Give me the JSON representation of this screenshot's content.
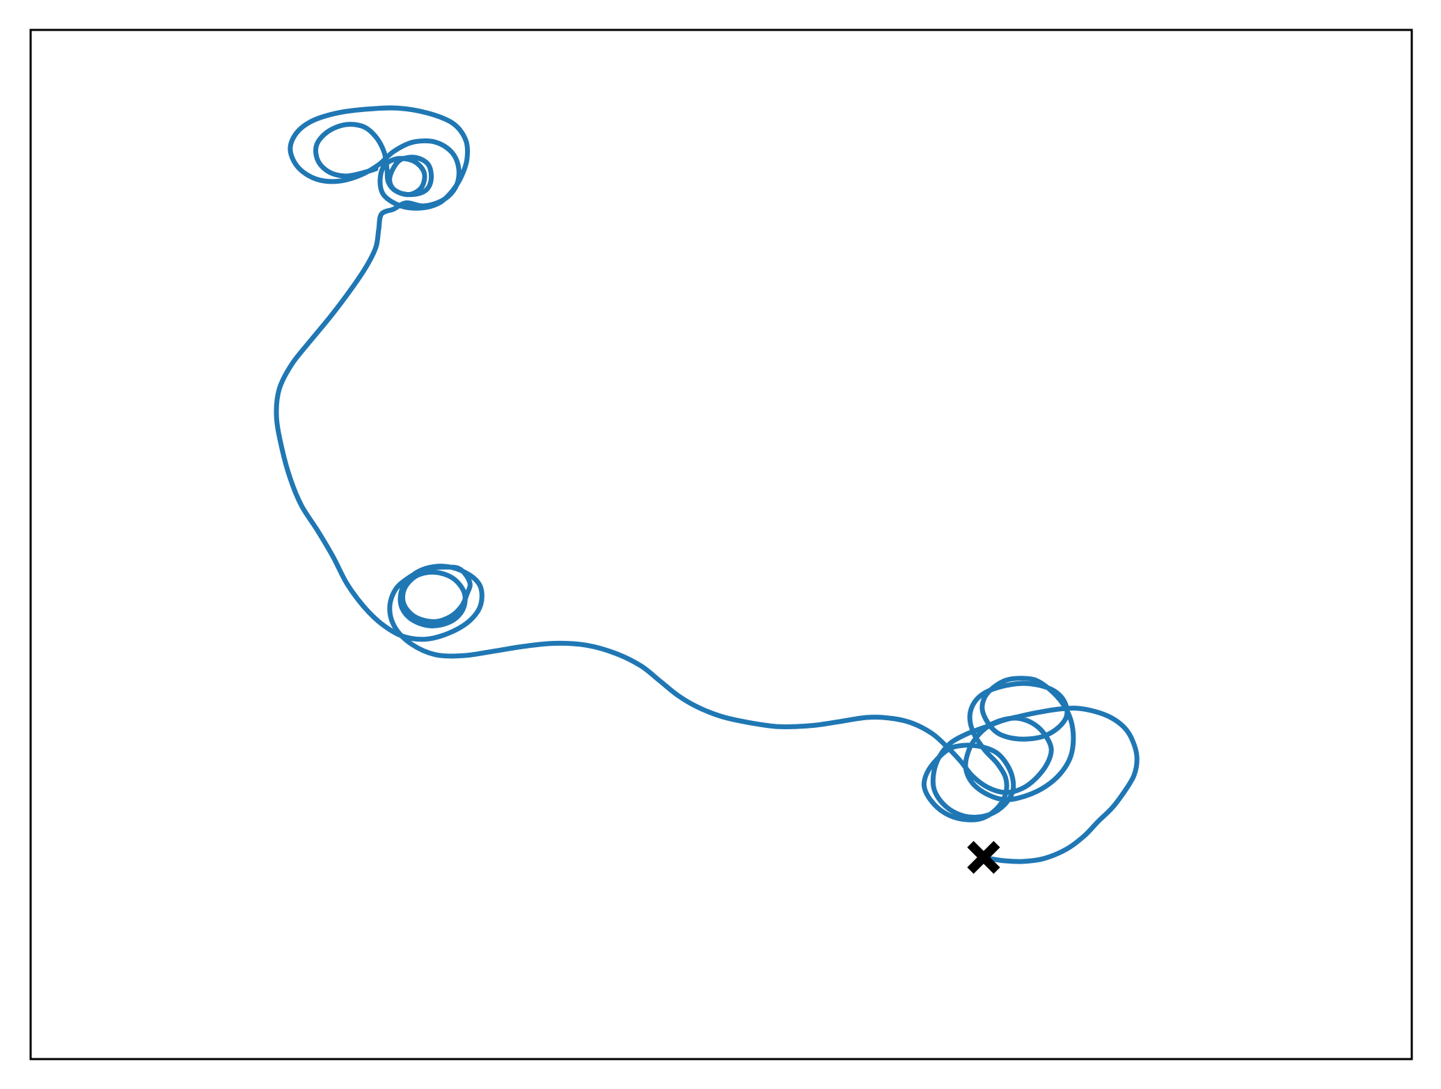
{
  "chart_data": {
    "type": "line",
    "title": "",
    "xlabel": "",
    "ylabel": "",
    "grid": false,
    "axes_ticks": false,
    "xlim": [
      0,
      100
    ],
    "ylim": [
      0,
      100
    ],
    "series": [
      {
        "color": "#1f77b4",
        "points": [
          [
            25.0,
            86.5
          ],
          [
            24.0,
            86.1
          ],
          [
            22.8,
            85.8
          ],
          [
            21.6,
            86.2
          ],
          [
            20.8,
            87.3
          ],
          [
            20.7,
            88.8
          ],
          [
            21.5,
            90.1
          ],
          [
            22.8,
            90.8
          ],
          [
            24.1,
            90.6
          ],
          [
            25.0,
            89.6
          ],
          [
            25.6,
            88.1
          ],
          [
            25.8,
            86.5
          ],
          [
            25.9,
            85.2
          ],
          [
            26.5,
            84.3
          ],
          [
            27.6,
            84.0
          ],
          [
            28.6,
            84.4
          ],
          [
            29.0,
            85.5
          ],
          [
            28.8,
            86.9
          ],
          [
            27.9,
            87.6
          ],
          [
            26.8,
            87.4
          ],
          [
            26.2,
            86.4
          ],
          [
            26.0,
            85.3
          ],
          [
            26.4,
            84.4
          ],
          [
            27.4,
            84.0
          ],
          [
            28.3,
            84.7
          ],
          [
            28.5,
            86.1
          ],
          [
            27.8,
            87.2
          ],
          [
            26.6,
            87.5
          ],
          [
            25.6,
            86.8
          ],
          [
            25.3,
            85.3
          ],
          [
            25.6,
            83.9
          ],
          [
            26.8,
            82.9
          ],
          [
            28.3,
            82.7
          ],
          [
            29.6,
            83.2
          ],
          [
            30.5,
            84.3
          ],
          [
            31.2,
            85.8
          ],
          [
            31.6,
            87.5
          ],
          [
            31.5,
            89.3
          ],
          [
            30.6,
            90.9
          ],
          [
            28.8,
            91.9
          ],
          [
            26.6,
            92.4
          ],
          [
            24.3,
            92.3
          ],
          [
            22.1,
            91.9
          ],
          [
            20.3,
            91.1
          ],
          [
            19.2,
            89.9
          ],
          [
            18.8,
            88.3
          ],
          [
            19.4,
            86.6
          ],
          [
            20.7,
            85.5
          ],
          [
            22.3,
            85.3
          ],
          [
            23.9,
            85.9
          ],
          [
            25.2,
            86.9
          ],
          [
            26.3,
            88.2
          ],
          [
            27.7,
            89.1
          ],
          [
            29.3,
            89.1
          ],
          [
            30.5,
            88.1
          ],
          [
            31.0,
            86.5
          ],
          [
            30.8,
            84.8
          ],
          [
            29.9,
            83.5
          ],
          [
            28.5,
            82.9
          ],
          [
            27.2,
            83.2
          ],
          [
            26.3,
            82.6
          ],
          [
            25.4,
            82.1
          ],
          [
            25.2,
            80.6
          ],
          [
            25.0,
            78.9
          ],
          [
            24.3,
            77.0
          ],
          [
            23.2,
            74.8
          ],
          [
            21.8,
            72.3
          ],
          [
            20.2,
            69.7
          ],
          [
            18.9,
            67.5
          ],
          [
            18.0,
            65.1
          ],
          [
            17.8,
            62.4
          ],
          [
            18.2,
            59.3
          ],
          [
            18.8,
            56.4
          ],
          [
            19.6,
            53.8
          ],
          [
            20.8,
            51.3
          ],
          [
            21.9,
            48.8
          ],
          [
            22.9,
            46.2
          ],
          [
            24.1,
            44.0
          ],
          [
            25.4,
            42.3
          ],
          [
            26.9,
            41.1
          ],
          [
            28.6,
            40.8
          ],
          [
            30.3,
            41.4
          ],
          [
            31.8,
            42.6
          ],
          [
            32.6,
            44.2
          ],
          [
            32.5,
            46.1
          ],
          [
            31.3,
            47.4
          ],
          [
            29.7,
            47.9
          ],
          [
            28.1,
            47.4
          ],
          [
            27.0,
            46.0
          ],
          [
            26.8,
            44.2
          ],
          [
            27.5,
            42.8
          ],
          [
            28.9,
            42.1
          ],
          [
            30.4,
            42.5
          ],
          [
            31.3,
            43.7
          ],
          [
            31.4,
            45.3
          ],
          [
            30.6,
            46.7
          ],
          [
            29.3,
            47.3
          ],
          [
            28.0,
            47.0
          ],
          [
            27.1,
            45.8
          ],
          [
            27.0,
            44.3
          ],
          [
            27.8,
            43.0
          ],
          [
            29.2,
            42.5
          ],
          [
            30.4,
            43.0
          ],
          [
            31.2,
            44.0
          ],
          [
            31.6,
            45.2
          ],
          [
            31.8,
            46.3
          ],
          [
            31.1,
            47.6
          ],
          [
            30.0,
            47.8
          ],
          [
            28.6,
            47.6
          ],
          [
            27.4,
            46.8
          ],
          [
            26.4,
            45.6
          ],
          [
            26.0,
            43.8
          ],
          [
            26.4,
            41.9
          ],
          [
            27.6,
            40.3
          ],
          [
            29.3,
            39.3
          ],
          [
            31.3,
            39.2
          ],
          [
            33.4,
            39.6
          ],
          [
            35.7,
            40.1
          ],
          [
            38.0,
            40.4
          ],
          [
            40.3,
            40.2
          ],
          [
            42.4,
            39.4
          ],
          [
            44.2,
            38.2
          ],
          [
            45.6,
            36.7
          ],
          [
            46.9,
            35.3
          ],
          [
            48.3,
            34.2
          ],
          [
            50.0,
            33.3
          ],
          [
            52.0,
            32.7
          ],
          [
            54.2,
            32.3
          ],
          [
            56.5,
            32.4
          ],
          [
            58.6,
            32.8
          ],
          [
            60.6,
            33.2
          ],
          [
            62.4,
            33.1
          ],
          [
            63.9,
            32.6
          ],
          [
            65.3,
            31.6
          ],
          [
            66.3,
            30.4
          ],
          [
            67.3,
            29.0
          ],
          [
            68.2,
            27.5
          ],
          [
            69.3,
            26.4
          ],
          [
            70.6,
            25.9
          ],
          [
            71.8,
            26.3
          ],
          [
            72.8,
            27.3
          ],
          [
            73.6,
            28.7
          ],
          [
            73.9,
            30.1
          ],
          [
            73.5,
            31.4
          ],
          [
            72.7,
            32.5
          ],
          [
            71.6,
            33.1
          ],
          [
            70.5,
            33.0
          ],
          [
            69.4,
            32.4
          ],
          [
            68.5,
            31.3
          ],
          [
            67.9,
            29.9
          ],
          [
            67.7,
            28.3
          ],
          [
            68.2,
            26.8
          ],
          [
            69.3,
            25.7
          ],
          [
            70.6,
            25.2
          ],
          [
            72.1,
            25.6
          ],
          [
            73.5,
            26.5
          ],
          [
            74.6,
            27.8
          ],
          [
            75.3,
            29.4
          ],
          [
            75.5,
            31.2
          ],
          [
            75.3,
            33.0
          ],
          [
            74.7,
            34.6
          ],
          [
            73.8,
            35.9
          ],
          [
            72.8,
            36.8
          ],
          [
            71.7,
            37.0
          ],
          [
            70.6,
            36.8
          ],
          [
            69.7,
            36.1
          ],
          [
            69.1,
            35.2
          ],
          [
            68.9,
            34.0
          ],
          [
            69.3,
            32.7
          ],
          [
            70.0,
            31.7
          ],
          [
            71.0,
            31.2
          ],
          [
            72.2,
            31.1
          ],
          [
            73.4,
            31.4
          ],
          [
            74.4,
            32.2
          ],
          [
            75.0,
            33.3
          ],
          [
            74.9,
            34.6
          ],
          [
            74.2,
            35.7
          ],
          [
            73.1,
            36.3
          ],
          [
            71.7,
            36.5
          ],
          [
            70.3,
            36.2
          ],
          [
            69.1,
            35.6
          ],
          [
            68.3,
            34.6
          ],
          [
            68.0,
            33.2
          ],
          [
            68.3,
            31.6
          ],
          [
            69.1,
            30.0
          ],
          [
            70.0,
            28.7
          ],
          [
            70.6,
            27.3
          ],
          [
            70.6,
            25.8
          ],
          [
            70.0,
            24.4
          ],
          [
            68.9,
            23.4
          ],
          [
            67.5,
            23.3
          ],
          [
            66.2,
            23.9
          ],
          [
            65.2,
            25.1
          ],
          [
            64.7,
            26.5
          ],
          [
            64.9,
            27.8
          ],
          [
            65.6,
            29.1
          ],
          [
            66.6,
            30.2
          ],
          [
            67.8,
            30.5
          ],
          [
            69.0,
            30.3
          ],
          [
            70.0,
            29.7
          ],
          [
            70.7,
            28.6
          ],
          [
            71.1,
            27.3
          ],
          [
            71.1,
            26.0
          ],
          [
            70.5,
            24.7
          ],
          [
            69.5,
            23.8
          ],
          [
            68.2,
            23.5
          ],
          [
            67.0,
            23.9
          ],
          [
            66.0,
            24.9
          ],
          [
            65.4,
            26.3
          ],
          [
            65.4,
            27.9
          ],
          [
            65.8,
            29.4
          ],
          [
            66.6,
            30.7
          ],
          [
            67.8,
            31.6
          ],
          [
            69.2,
            32.3
          ],
          [
            70.4,
            32.9
          ],
          [
            71.6,
            33.3
          ],
          [
            73.0,
            33.7
          ],
          [
            74.4,
            34.0
          ],
          [
            75.7,
            34.1
          ],
          [
            77.0,
            33.8
          ],
          [
            78.2,
            33.2
          ],
          [
            79.2,
            32.2
          ],
          [
            79.8,
            30.9
          ],
          [
            80.1,
            29.3
          ],
          [
            79.9,
            27.6
          ],
          [
            79.2,
            26.0
          ],
          [
            78.3,
            24.4
          ],
          [
            77.3,
            23.1
          ],
          [
            76.3,
            21.7
          ],
          [
            75.0,
            20.4
          ],
          [
            73.4,
            19.5
          ],
          [
            71.8,
            19.2
          ],
          [
            70.3,
            19.3
          ],
          [
            69.0,
            19.6
          ]
        ]
      }
    ],
    "end_marker": {
      "shape": "x",
      "color": "#000000",
      "at": [
        69.0,
        19.6
      ]
    }
  }
}
